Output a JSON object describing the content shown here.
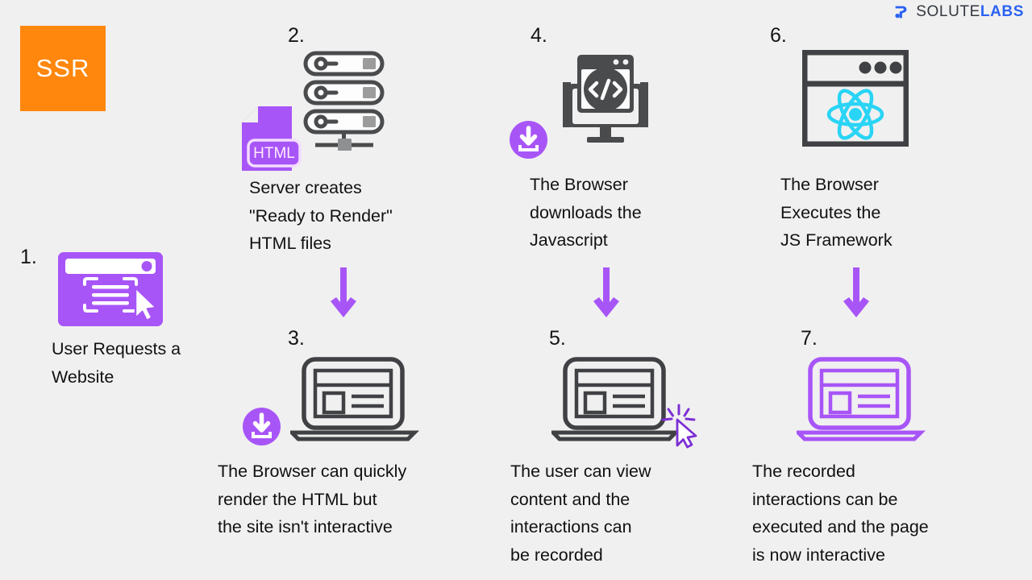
{
  "brand": {
    "name_part1": "SOLUTE",
    "name_part2": "LABS",
    "mark_icon": "solutelabs-s-mark-icon",
    "colors": {
      "dark": "#33383f",
      "blue": "#2b62f2"
    }
  },
  "badge": {
    "label": "SSR",
    "background": "#ff870d",
    "text_color": "#ffffff"
  },
  "palette": {
    "background": "#f0f0f0",
    "purple": "#a855f7",
    "purple_deep": "#9333ea",
    "dark_gray": "#3f4042",
    "react_cyan": "#29d4f5",
    "text": "#111111"
  },
  "steps": [
    {
      "number": "1.",
      "caption": "User Requests a\nWebsite",
      "icon": "browser-window-cursor-icon",
      "icon_style": "filled-purple",
      "has_arrow": false,
      "badge": null
    },
    {
      "number": "2.",
      "caption": "Server creates\n\"Ready to Render\"\nHTML files",
      "icon": "server-rack-icon",
      "icon_style": "outline-dark",
      "secondary_icon": "html-file-icon",
      "secondary_icon_label": "HTML",
      "has_arrow": true,
      "badge": null
    },
    {
      "number": "3.",
      "caption": "The Browser can quickly\nrender the HTML but\nthe site isn't interactive",
      "icon": "laptop-icon",
      "icon_style": "outline-dark",
      "has_arrow": false,
      "badge": "download-badge-icon"
    },
    {
      "number": "4.",
      "caption": "The Browser\ndownloads the\nJavascript",
      "icon": "monitor-code-icon",
      "icon_style": "filled-dark",
      "has_arrow": true,
      "badge": "download-badge-icon"
    },
    {
      "number": "5.",
      "caption": "The user can view\ncontent and the\ninteractions can\nbe recorded",
      "icon": "laptop-icon",
      "icon_style": "outline-dark",
      "secondary_icon": "click-cursor-sparkle-icon",
      "has_arrow": false,
      "badge": null
    },
    {
      "number": "6.",
      "caption": "The Browser\nExecutes the\nJS Framework",
      "icon": "browser-react-logo-icon",
      "icon_style": "outline-dark",
      "has_arrow": true,
      "badge": null
    },
    {
      "number": "7.",
      "caption": "The recorded\ninteractions can be\nexecuted and the page\nis now interactive",
      "icon": "laptop-icon",
      "icon_style": "outline-purple",
      "has_arrow": false,
      "badge": null
    }
  ]
}
